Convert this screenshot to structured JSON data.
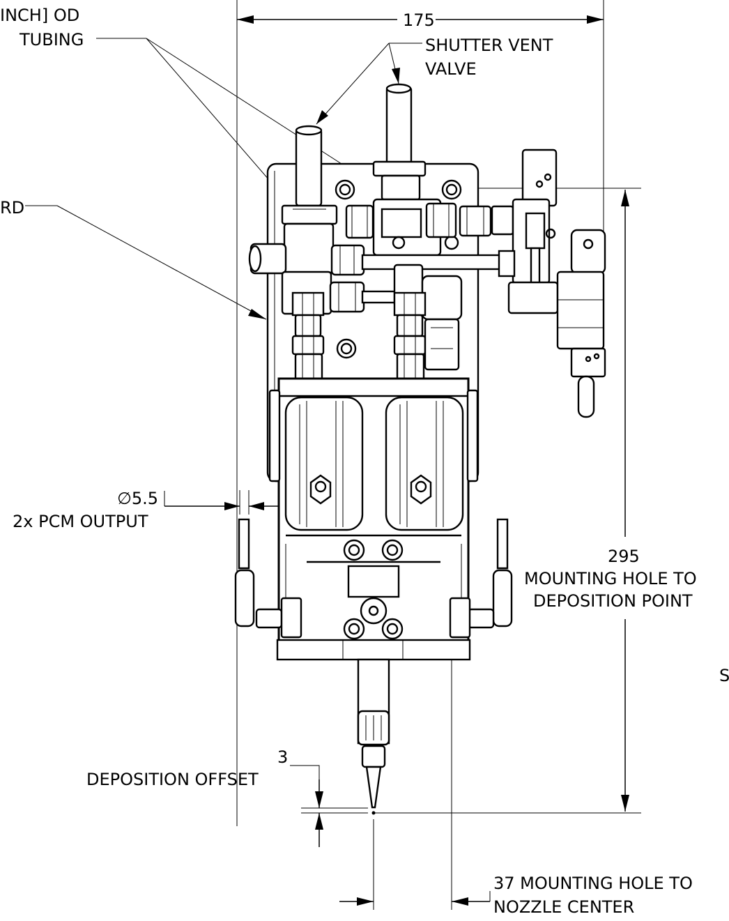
{
  "drawing": {
    "callouts": {
      "tubing_line1": "INCH] OD",
      "tubing_line2": "TUBING",
      "shutter_line1": "SHUTTER VENT",
      "shutter_line2": "VALVE",
      "board_partial": "RD",
      "pcm_diameter": "∅5.5",
      "pcm_output": "2x PCM OUTPUT",
      "offset_value": "3",
      "offset_label": "DEPOSITION OFFSET",
      "edge_partial": "S"
    },
    "dimensions": {
      "width_value": "175",
      "height_value": "295",
      "height_line1": "MOUNTING HOLE TO",
      "height_line2": "DEPOSITION POINT",
      "nozzle_line1": "37 MOUNTING HOLE TO",
      "nozzle_line2": "NOZZLE CENTER"
    }
  }
}
